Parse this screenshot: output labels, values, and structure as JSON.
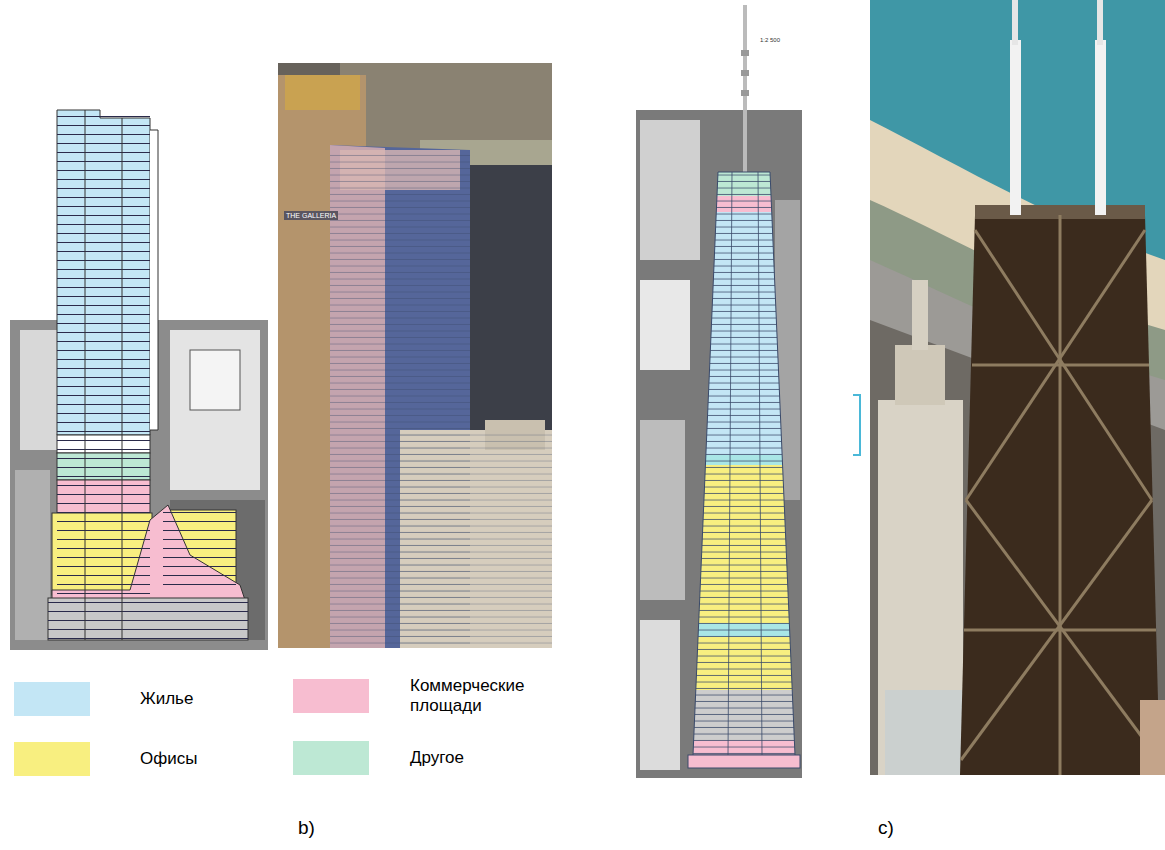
{
  "diagram": {
    "labels": [
      "THE GALLERIA",
      "1:2 500",
      "b)",
      "c)"
    ],
    "legend": [
      {
        "text": "Жилье",
        "color": "#c3e6f5"
      },
      {
        "text": "Коммерческие площади",
        "color": "#f7bdd0"
      },
      {
        "text": "Офисы",
        "color": "#f8ef80"
      },
      {
        "text": "Другое",
        "color": "#bde8d4"
      }
    ]
  }
}
